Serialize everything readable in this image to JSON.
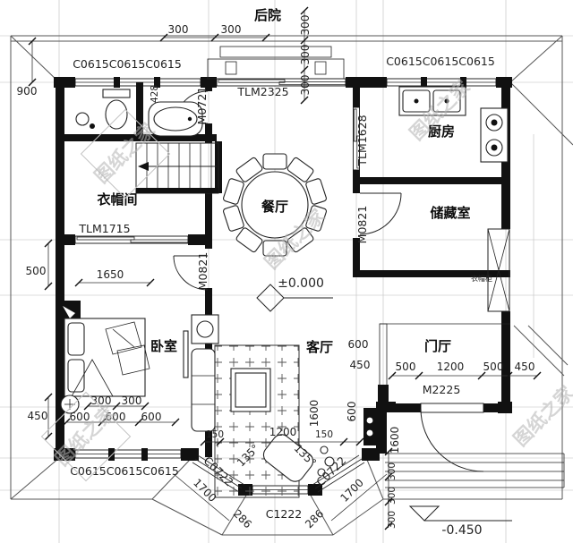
{
  "plan": {
    "rooms": {
      "backyard": "后院",
      "kitchen": "厨房",
      "dining": "餐厅",
      "storage": "储藏室",
      "cloakroom": "衣帽间",
      "bedroom": "卧室",
      "living": "客厅",
      "foyer": "门厅",
      "wardrobe": "衣帽柜"
    },
    "codes": {
      "c0615x3": "C0615C0615C0615",
      "tlm2325": "TLM2325",
      "m0721": "M0721",
      "tlm1628": "TLM1628",
      "m0821": "M0821",
      "tlm1715": "TLM1715",
      "m2225": "M2225",
      "c0722": "C0722",
      "c1222": "C1222"
    },
    "levels": {
      "main": "±0.000",
      "entry": "-0.450"
    },
    "dims": {
      "d150": "150",
      "d286": "286",
      "d300": "300",
      "d428": "428",
      "d450": "450",
      "d500": "500",
      "d600": "600",
      "d900": "900",
      "d1200": "1200",
      "d1600": "1600",
      "d1650": "1650",
      "d1700": "1700",
      "a135": "135°"
    },
    "watermark": "图纸之家"
  }
}
